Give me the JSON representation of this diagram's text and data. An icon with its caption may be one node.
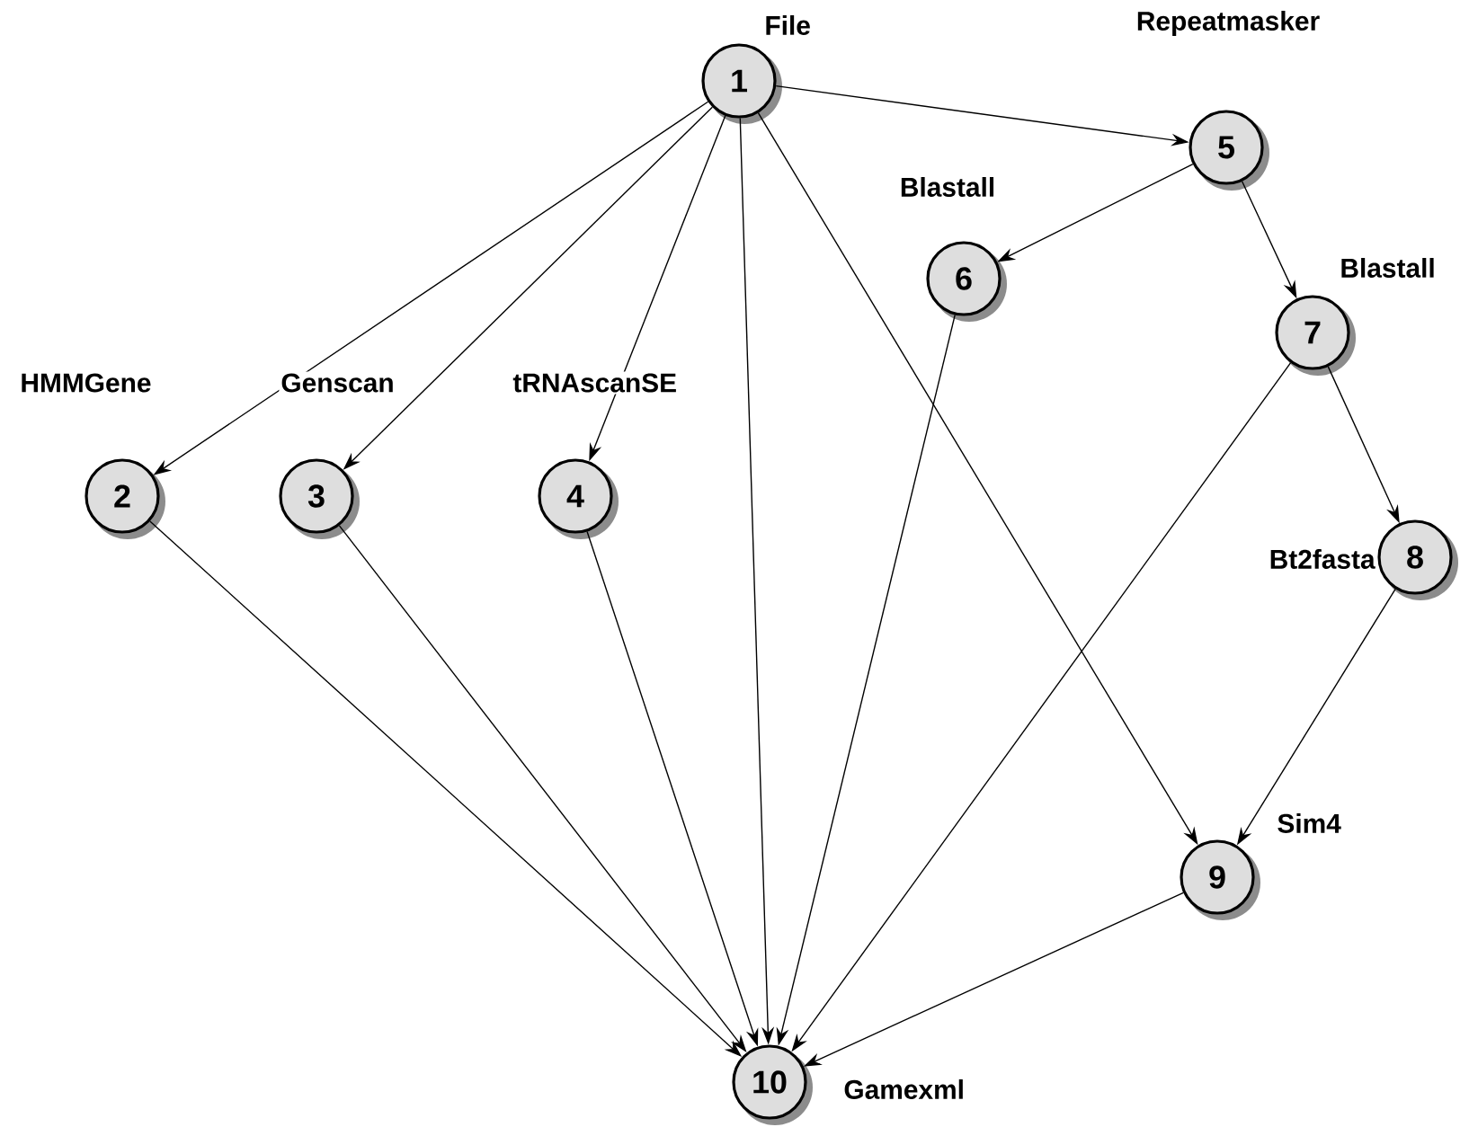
{
  "diagram": {
    "nodes": [
      {
        "text": [
          "1"
        ],
        "beside": [
          "File"
        ]
      },
      {
        "text": [
          "2"
        ],
        "beside": [
          "HMMGene"
        ]
      },
      {
        "text": [
          "3"
        ],
        "beside": [
          "Genscan"
        ]
      },
      {
        "text": [
          "4"
        ],
        "beside": [
          "tRNAscanSE"
        ]
      },
      {
        "text": [
          "5"
        ],
        "beside": [
          "Repeatmasker"
        ]
      },
      {
        "text": [
          "6"
        ],
        "beside": [
          "Blastall"
        ]
      },
      {
        "text": [
          "7"
        ],
        "beside": [
          "Blastall"
        ]
      },
      {
        "text": [
          "8"
        ],
        "beside": [
          "Bt2fasta"
        ]
      },
      {
        "text": [
          "9"
        ],
        "beside": [
          "Sim4"
        ]
      },
      {
        "text": [
          "10"
        ],
        "beside": [
          "Gamexml"
        ]
      }
    ],
    "edges": [
      {
        "from": 0,
        "to": 1,
        "arrow": "to"
      },
      {
        "from": 0,
        "to": 2,
        "arrow": "to"
      },
      {
        "from": 0,
        "to": 3,
        "arrow": "to"
      },
      {
        "from": 0,
        "to": 9,
        "arrow": "to"
      },
      {
        "from": 0,
        "to": 8,
        "arrow": "to"
      },
      {
        "from": 0,
        "to": 4,
        "arrow": "to"
      },
      {
        "from": 4,
        "to": 5,
        "arrow": "to"
      },
      {
        "from": 4,
        "to": 6,
        "arrow": "to"
      },
      {
        "from": 6,
        "to": 7,
        "arrow": "to"
      },
      {
        "from": 7,
        "to": 8,
        "arrow": "to"
      },
      {
        "from": 1,
        "to": 9,
        "arrow": "to"
      },
      {
        "from": 2,
        "to": 9,
        "arrow": "to"
      },
      {
        "from": 3,
        "to": 9,
        "arrow": "to"
      },
      {
        "from": 5,
        "to": 9,
        "arrow": "to"
      },
      {
        "from": 6,
        "to": 9,
        "arrow": "to"
      },
      {
        "from": 8,
        "to": 9,
        "arrow": "to"
      }
    ]
  }
}
